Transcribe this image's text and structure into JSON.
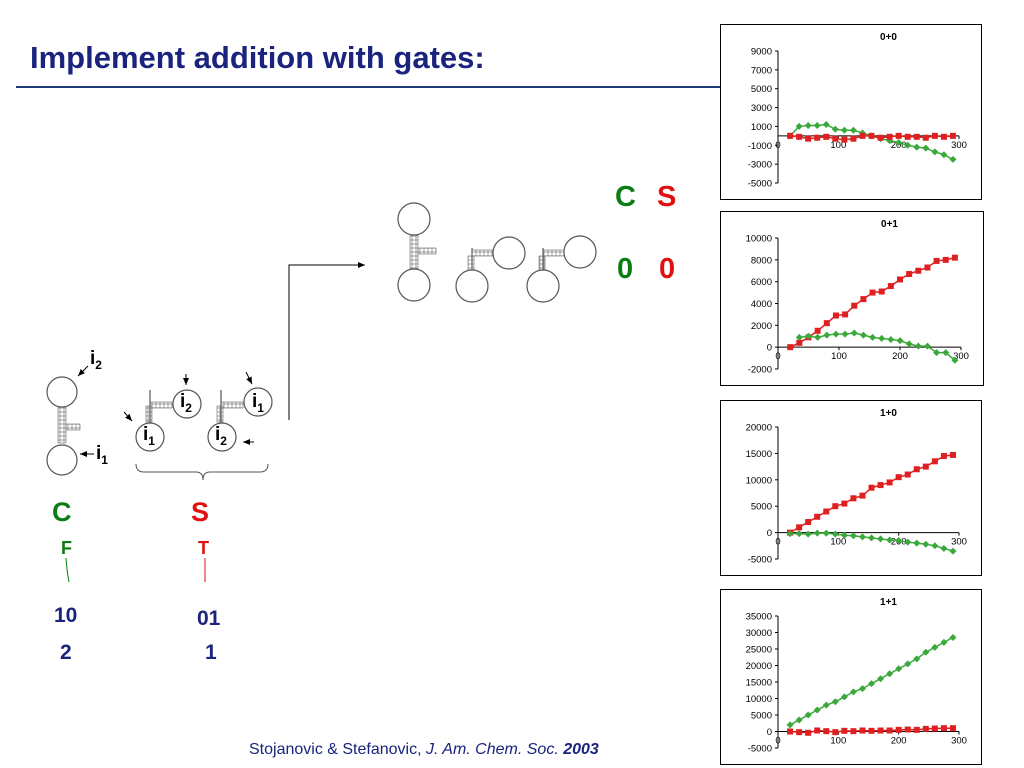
{
  "slide": {
    "title": "Implement addition with gates:",
    "citation": {
      "authors": "Stojanovic & Stefanovic, ",
      "journal": "J. Am. Chem. Soc.",
      "year": "2003"
    }
  },
  "diagram": {
    "input_labels": {
      "i1": "i",
      "i2": "i",
      "sub1": "1",
      "sub2": "2"
    },
    "output_C": {
      "label": "C",
      "gate": "F",
      "binary": "10",
      "decimal": "2"
    },
    "output_S": {
      "label": "S",
      "gate": "T",
      "binary": "01",
      "decimal": "1"
    },
    "result_header": {
      "c": "C",
      "s": "S"
    },
    "result_values": {
      "c": "0",
      "s": "0"
    }
  },
  "colors": {
    "green": "#0a7d12",
    "red": "#e01010",
    "navy": "#1a237e",
    "series_green": "#3aa83a",
    "series_red": "#e02020"
  },
  "chart_data": [
    {
      "type": "line",
      "title": "0+0",
      "x": [
        0,
        100,
        200,
        300
      ],
      "ylim": [
        -5000,
        9000
      ],
      "yticks": [
        9000,
        7000,
        5000,
        3000,
        1000,
        -1000,
        -3000,
        -5000
      ],
      "series": [
        {
          "color": "green",
          "marker": "diamond",
          "points": [
            [
              20,
              0
            ],
            [
              35,
              1000
            ],
            [
              50,
              1100
            ],
            [
              65,
              1100
            ],
            [
              80,
              1200
            ],
            [
              95,
              700
            ],
            [
              110,
              600
            ],
            [
              125,
              600
            ],
            [
              140,
              300
            ],
            [
              155,
              0
            ],
            [
              170,
              -300
            ],
            [
              185,
              -500
            ],
            [
              200,
              -700
            ],
            [
              215,
              -1000
            ],
            [
              230,
              -1200
            ],
            [
              245,
              -1300
            ],
            [
              260,
              -1700
            ],
            [
              275,
              -2000
            ],
            [
              290,
              -2500
            ]
          ]
        },
        {
          "color": "red",
          "marker": "square",
          "points": [
            [
              20,
              0
            ],
            [
              35,
              -100
            ],
            [
              50,
              -300
            ],
            [
              65,
              -200
            ],
            [
              80,
              -100
            ],
            [
              95,
              -300
            ],
            [
              110,
              -400
            ],
            [
              125,
              -300
            ],
            [
              140,
              0
            ],
            [
              155,
              0
            ],
            [
              170,
              -200
            ],
            [
              185,
              -100
            ],
            [
              200,
              0
            ],
            [
              215,
              -100
            ],
            [
              230,
              -100
            ],
            [
              245,
              -200
            ],
            [
              260,
              0
            ],
            [
              275,
              -100
            ],
            [
              290,
              0
            ]
          ]
        }
      ]
    },
    {
      "type": "line",
      "title": "0+1",
      "x": [
        0,
        100,
        200,
        300
      ],
      "ylim": [
        -2000,
        10000
      ],
      "yticks": [
        10000,
        8000,
        6000,
        4000,
        2000,
        0,
        -2000
      ],
      "series": [
        {
          "color": "red",
          "marker": "square",
          "points": [
            [
              20,
              0
            ],
            [
              35,
              400
            ],
            [
              50,
              900
            ],
            [
              65,
              1500
            ],
            [
              80,
              2200
            ],
            [
              95,
              2900
            ],
            [
              110,
              3000
            ],
            [
              125,
              3800
            ],
            [
              140,
              4400
            ],
            [
              155,
              5000
            ],
            [
              170,
              5100
            ],
            [
              185,
              5600
            ],
            [
              200,
              6200
            ],
            [
              215,
              6700
            ],
            [
              230,
              7000
            ],
            [
              245,
              7300
            ],
            [
              260,
              7900
            ],
            [
              275,
              8000
            ],
            [
              290,
              8200
            ]
          ]
        },
        {
          "color": "green",
          "marker": "diamond",
          "points": [
            [
              35,
              900
            ],
            [
              50,
              1000
            ],
            [
              65,
              900
            ],
            [
              80,
              1100
            ],
            [
              95,
              1200
            ],
            [
              110,
              1200
            ],
            [
              125,
              1300
            ],
            [
              140,
              1100
            ],
            [
              155,
              900
            ],
            [
              170,
              800
            ],
            [
              185,
              700
            ],
            [
              200,
              600
            ],
            [
              215,
              300
            ],
            [
              230,
              100
            ],
            [
              245,
              100
            ],
            [
              260,
              -500
            ],
            [
              275,
              -500
            ],
            [
              290,
              -1200
            ]
          ]
        }
      ]
    },
    {
      "type": "line",
      "title": "1+0",
      "x": [
        0,
        100,
        200,
        300
      ],
      "ylim": [
        -5000,
        20000
      ],
      "yticks": [
        20000,
        15000,
        10000,
        5000,
        0,
        -5000
      ],
      "series": [
        {
          "color": "red",
          "marker": "square",
          "points": [
            [
              20,
              0
            ],
            [
              35,
              1000
            ],
            [
              50,
              2000
            ],
            [
              65,
              3000
            ],
            [
              80,
              4000
            ],
            [
              95,
              5000
            ],
            [
              110,
              5500
            ],
            [
              125,
              6500
            ],
            [
              140,
              7000
            ],
            [
              155,
              8500
            ],
            [
              170,
              9000
            ],
            [
              185,
              9500
            ],
            [
              200,
              10500
            ],
            [
              215,
              11000
            ],
            [
              230,
              12000
            ],
            [
              245,
              12500
            ],
            [
              260,
              13500
            ],
            [
              275,
              14500
            ],
            [
              290,
              14700
            ]
          ]
        },
        {
          "color": "green",
          "marker": "diamond",
          "points": [
            [
              20,
              -200
            ],
            [
              35,
              -200
            ],
            [
              50,
              -300
            ],
            [
              65,
              -100
            ],
            [
              80,
              -100
            ],
            [
              95,
              -300
            ],
            [
              110,
              -500
            ],
            [
              125,
              -600
            ],
            [
              140,
              -800
            ],
            [
              155,
              -1000
            ],
            [
              170,
              -1200
            ],
            [
              185,
              -1400
            ],
            [
              200,
              -1500
            ],
            [
              215,
              -1800
            ],
            [
              230,
              -2000
            ],
            [
              245,
              -2200
            ],
            [
              260,
              -2500
            ],
            [
              275,
              -3000
            ],
            [
              290,
              -3500
            ]
          ]
        }
      ]
    },
    {
      "type": "line",
      "title": "1+1",
      "x": [
        0,
        100,
        200,
        300
      ],
      "ylim": [
        -5000,
        35000
      ],
      "yticks": [
        35000,
        30000,
        25000,
        20000,
        15000,
        10000,
        5000,
        0,
        -5000
      ],
      "series": [
        {
          "color": "green",
          "marker": "diamond",
          "points": [
            [
              20,
              2000
            ],
            [
              35,
              3500
            ],
            [
              50,
              5000
            ],
            [
              65,
              6500
            ],
            [
              80,
              8000
            ],
            [
              95,
              9000
            ],
            [
              110,
              10500
            ],
            [
              125,
              12000
            ],
            [
              140,
              13000
            ],
            [
              155,
              14500
            ],
            [
              170,
              16000
            ],
            [
              185,
              17500
            ],
            [
              200,
              19000
            ],
            [
              215,
              20500
            ],
            [
              230,
              22000
            ],
            [
              245,
              24000
            ],
            [
              260,
              25500
            ],
            [
              275,
              27000
            ],
            [
              290,
              28500
            ]
          ]
        },
        {
          "color": "red",
          "marker": "square",
          "points": [
            [
              20,
              0
            ],
            [
              35,
              -200
            ],
            [
              50,
              -400
            ],
            [
              65,
              300
            ],
            [
              80,
              100
            ],
            [
              95,
              -200
            ],
            [
              110,
              200
            ],
            [
              125,
              100
            ],
            [
              140,
              300
            ],
            [
              155,
              200
            ],
            [
              170,
              300
            ],
            [
              185,
              300
            ],
            [
              200,
              500
            ],
            [
              215,
              600
            ],
            [
              230,
              500
            ],
            [
              245,
              800
            ],
            [
              260,
              900
            ],
            [
              275,
              1000
            ],
            [
              290,
              1000
            ]
          ]
        }
      ]
    }
  ]
}
